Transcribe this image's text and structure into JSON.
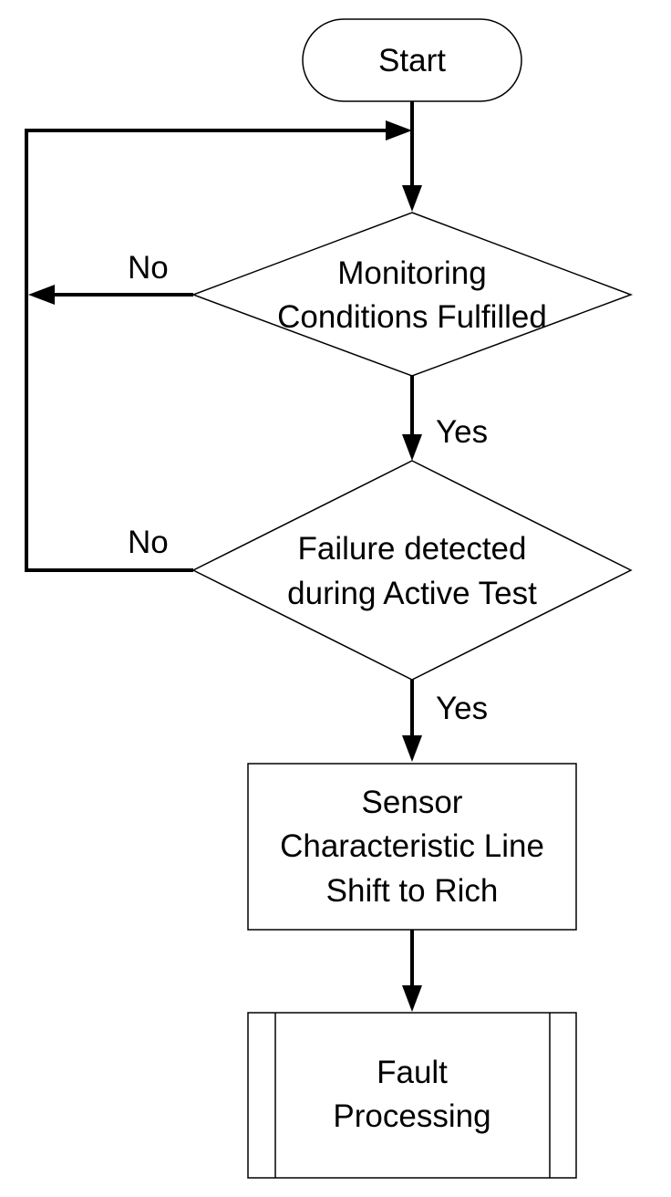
{
  "flowchart": {
    "start": {
      "label": "Start"
    },
    "decision_monitoring": {
      "lines": [
        "Monitoring",
        "Conditions Fulfilled"
      ],
      "no_label": "No",
      "yes_label": "Yes"
    },
    "decision_failure": {
      "lines": [
        "Failure detected",
        "during Active Test"
      ],
      "no_label": "No",
      "yes_label": "Yes"
    },
    "process_sensor": {
      "lines": [
        "Sensor",
        "Characteristic Line",
        "Shift to Rich"
      ]
    },
    "subprocess_fault": {
      "lines": [
        "Fault",
        "Processing"
      ]
    }
  }
}
